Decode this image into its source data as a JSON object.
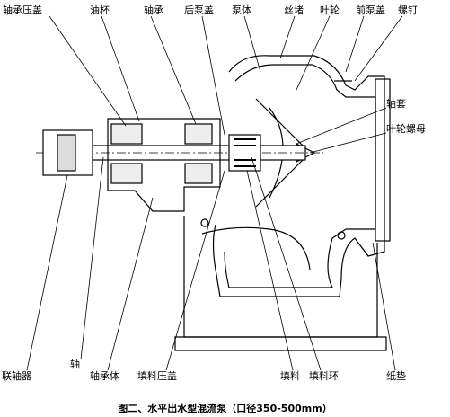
{
  "labels": {
    "bearing_gland": "轴承压盖",
    "oil_cup": "油杯",
    "bearing": "轴承",
    "rear_cover": "后泵盖",
    "pump_body": "泵体",
    "wire_plug": "丝堵",
    "impeller": "叶轮",
    "front_cover": "前泵盖",
    "screw": "螺钉",
    "shaft_sleeve": "轴套",
    "impeller_nut": "叶轮螺母",
    "coupling": "联轴器",
    "shaft": "轴",
    "bearing_body": "轴承体",
    "packing_gland": "填料压盖",
    "packing": "填料",
    "packing_ring": "填料环",
    "gasket": "纸垫"
  },
  "caption": "图二、水平出水型混流泵（口径350-500mm）"
}
